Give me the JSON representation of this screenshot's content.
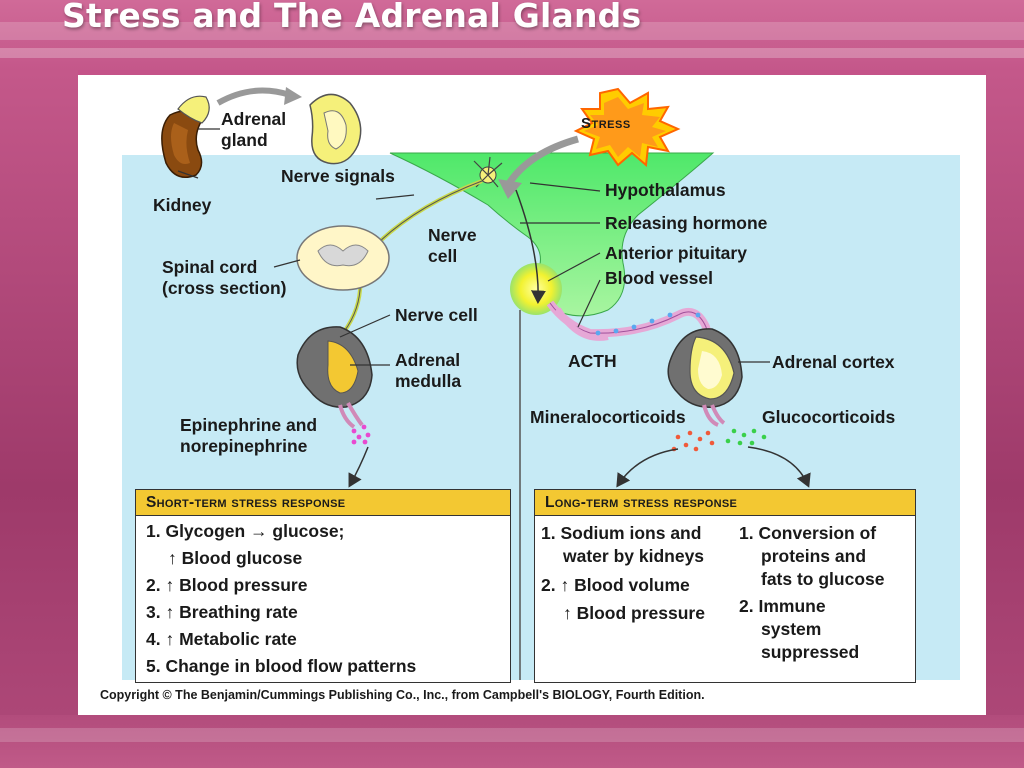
{
  "slide": {
    "title": "Stress and The Adrenal Glands"
  },
  "diagram": {
    "stress": "Stress",
    "labels": {
      "adrenal_gland": "Adrenal\ngland",
      "kidney": "Kidney",
      "nerve_signals": "Nerve signals",
      "hypothalamus": "Hypothalamus",
      "releasing_hormone": "Releasing hormone",
      "nerve_cell_top": "Nerve\ncell",
      "anterior_pituitary": "Anterior pituitary",
      "blood_vessel": "Blood vessel",
      "spinal_cord": "Spinal cord\n(cross section)",
      "nerve_cell_bottom": "Nerve cell",
      "acth": "ACTH",
      "adrenal_medulla": "Adrenal\nmedulla",
      "adrenal_cortex": "Adrenal cortex",
      "epinephrine": "Epinephrine and\nnorepinephrine",
      "mineralocorticoids": "Mineralocorticoids",
      "glucocorticoids": "Glucocorticoids"
    },
    "short_term": {
      "heading": "Short-term stress response",
      "items": [
        "1. Glycogen → glucose;",
        "↑ Blood glucose",
        "2. ↑ Blood pressure",
        "3. ↑ Breathing rate",
        "4. ↑ Metabolic rate",
        "5. Change in blood flow patterns"
      ]
    },
    "long_term": {
      "heading": "Long-term stress response",
      "left_items": [
        "1. Sodium ions and",
        "water by kidneys",
        "2. ↑ Blood volume",
        "↑ Blood pressure"
      ],
      "right_items": [
        "1. Conversion of",
        "proteins and",
        "fats to glucose",
        "2. Immune",
        "system",
        "suppressed"
      ]
    },
    "copyright": "Copyright © The Benjamin/Cummings Publishing Co., Inc., from Campbell's BIOLOGY, Fourth Edition."
  },
  "colors": {
    "background_pink": "#c4578a",
    "panel_blue": "#c6eaf5",
    "hypothalamus_green": "#7ee87a",
    "header_yellow": "#f3c832",
    "stress_burst": "#ff8c00"
  }
}
